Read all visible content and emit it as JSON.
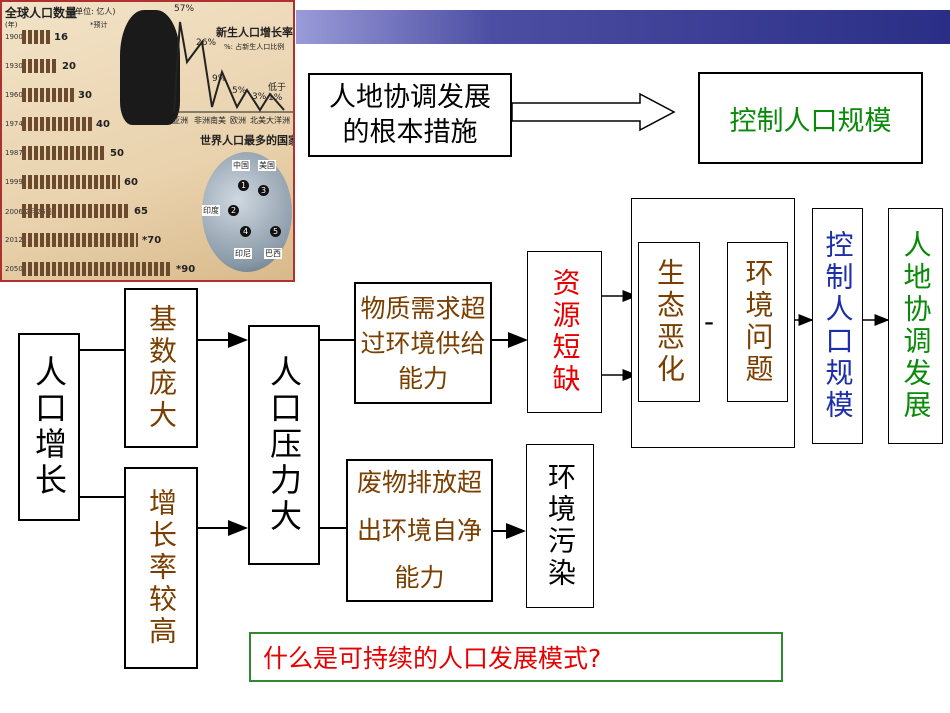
{
  "inset": {
    "title": "全球人口数量",
    "unit": "(单位: 亿人)",
    "year_label": "(年)",
    "note": "*预计",
    "rows": [
      {
        "year": "1900",
        "value": "16"
      },
      {
        "year": "1930",
        "value": "20"
      },
      {
        "year": "1960",
        "value": "30"
      },
      {
        "year": "1974",
        "value": "40"
      },
      {
        "year": "1987",
        "value": "50"
      },
      {
        "year": "1999",
        "value": "60"
      },
      {
        "year": "2006 2月26日",
        "value": "65"
      },
      {
        "year": "2012",
        "value": "*70"
      },
      {
        "year": "2050",
        "value": "*90"
      }
    ],
    "growth_title": "新生人口增长率",
    "growth_sub": "%: 占新生人口比例",
    "growth": [
      {
        "region": "亚洲",
        "pct": "57%"
      },
      {
        "region": "非洲",
        "pct": "26%"
      },
      {
        "region": "南美",
        "pct": "9%"
      },
      {
        "region": "欧洲",
        "pct": "5%"
      },
      {
        "region": "北美",
        "pct": "3%"
      },
      {
        "region": "大洋洲",
        "pct": "低于1%"
      }
    ],
    "countries_title": "世界人口最多的国家",
    "countries": [
      "中国",
      "美国",
      "印度",
      "印尼",
      "巴西"
    ],
    "country_ranks": [
      "1",
      "2",
      "3",
      "4",
      "5"
    ]
  },
  "top": {
    "measure": "人地协调发展的根本措施",
    "control": "控制人口规模"
  },
  "flow": {
    "population_growth": "人口增长",
    "large_base": "基数庞大",
    "high_rate": "增长率较高",
    "pressure": "人口压力大",
    "demand": "物质需求超过环境供给能力",
    "waste": "废物排放超出环境自净能力",
    "shortage": "资源短缺",
    "pollution": "环境污染",
    "eco": "生态恶化",
    "env_problem": "环境问题",
    "dash": "-",
    "control": "控制人口规模",
    "harmony": "人地协调发展"
  },
  "question": "什么是可持续的人口发展模式?",
  "colors": {
    "brown": "#7a3f00",
    "red": "#e60000",
    "blue": "#1c2fa8",
    "green": "#0a8a0a",
    "question_border": "#2f8a2f"
  }
}
